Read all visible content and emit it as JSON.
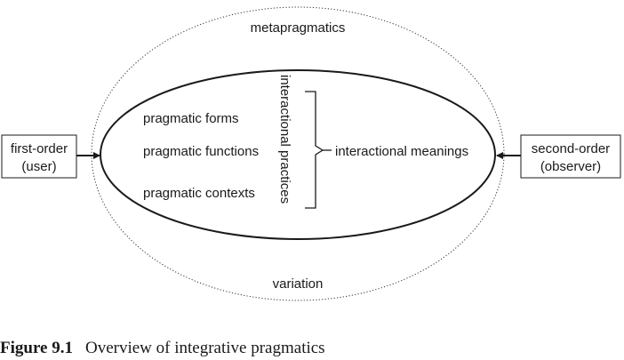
{
  "diagram": {
    "outer_top_label": "metapragmatics",
    "outer_bottom_label": "variation",
    "inner_items": [
      "pragmatic forms",
      "pragmatic functions",
      "pragmatic contexts"
    ],
    "vertical_label": "interactional practices",
    "meaning_label": "interactional meanings",
    "left_box": {
      "line1": "first-order",
      "line2": "(user)"
    },
    "right_box": {
      "line1": "second-order",
      "line2": "(observer)"
    }
  },
  "caption": {
    "number": "Figure 9.1",
    "text": "Overview of integrative pragmatics"
  }
}
